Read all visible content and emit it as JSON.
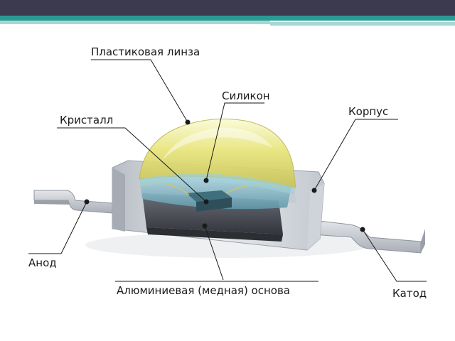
{
  "header": {
    "bar_color": "#3b3a4e",
    "accent_color": "#2a9a95",
    "accent_light_color": "#a7d7d3"
  },
  "diagram": {
    "labels": {
      "lens": "Пластиковая линза",
      "silicone": "Силикон",
      "crystal": "Кристалл",
      "housing": "Корпус",
      "anode": "Анод",
      "cathode": "Катод",
      "base": "Алюминиевая (медная) основа"
    },
    "colors": {
      "lens": "#e6e37a",
      "silicone": "#7fb6c6",
      "housing": "#d4d8de",
      "base": "#4a4d56",
      "leads": "#bfc4cc"
    }
  }
}
